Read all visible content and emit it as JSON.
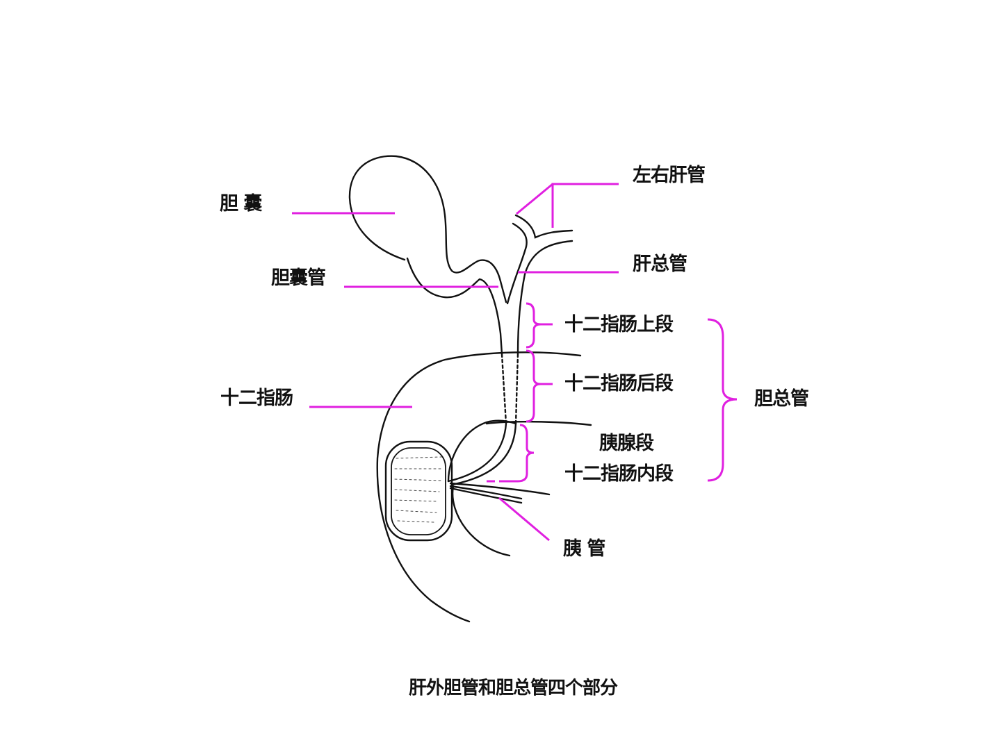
{
  "labels": {
    "gallbladder": "胆 囊",
    "cystic_duct": "胆囊管",
    "duodenum": "十二指肠",
    "hepatic_ducts": "左右肝管",
    "common_hepatic_duct": "肝总管",
    "supraduodenal": "十二指肠上段",
    "retroduodenal": "十二指肠后段",
    "pancreatic_segment": "胰腺段",
    "intraduodenal": "十二指肠内段",
    "common_bile_duct": "胆总管",
    "pancreatic_duct": "胰 管"
  },
  "caption": "肝外胆管和胆总管四个部分",
  "colors": {
    "pointer": "#e020e0",
    "outline": "#111111"
  }
}
